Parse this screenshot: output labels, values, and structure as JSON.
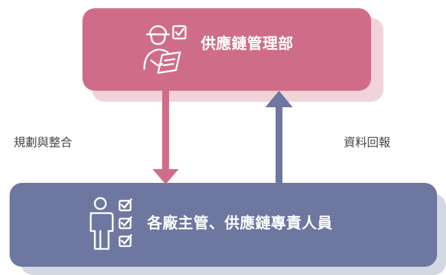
{
  "top_box": {
    "label": "供應鏈管理部",
    "icon": "worker-clipboard-icon",
    "color": "#cf6d89"
  },
  "bottom_box": {
    "label": "各廠主管、供應鏈專責人員",
    "icon": "person-checklist-icon",
    "color": "#6d779f"
  },
  "arrows": {
    "down_label": "規劃與整合",
    "down_color": "#cf6d89",
    "up_label": "資料回報",
    "up_color": "#6d779f"
  }
}
